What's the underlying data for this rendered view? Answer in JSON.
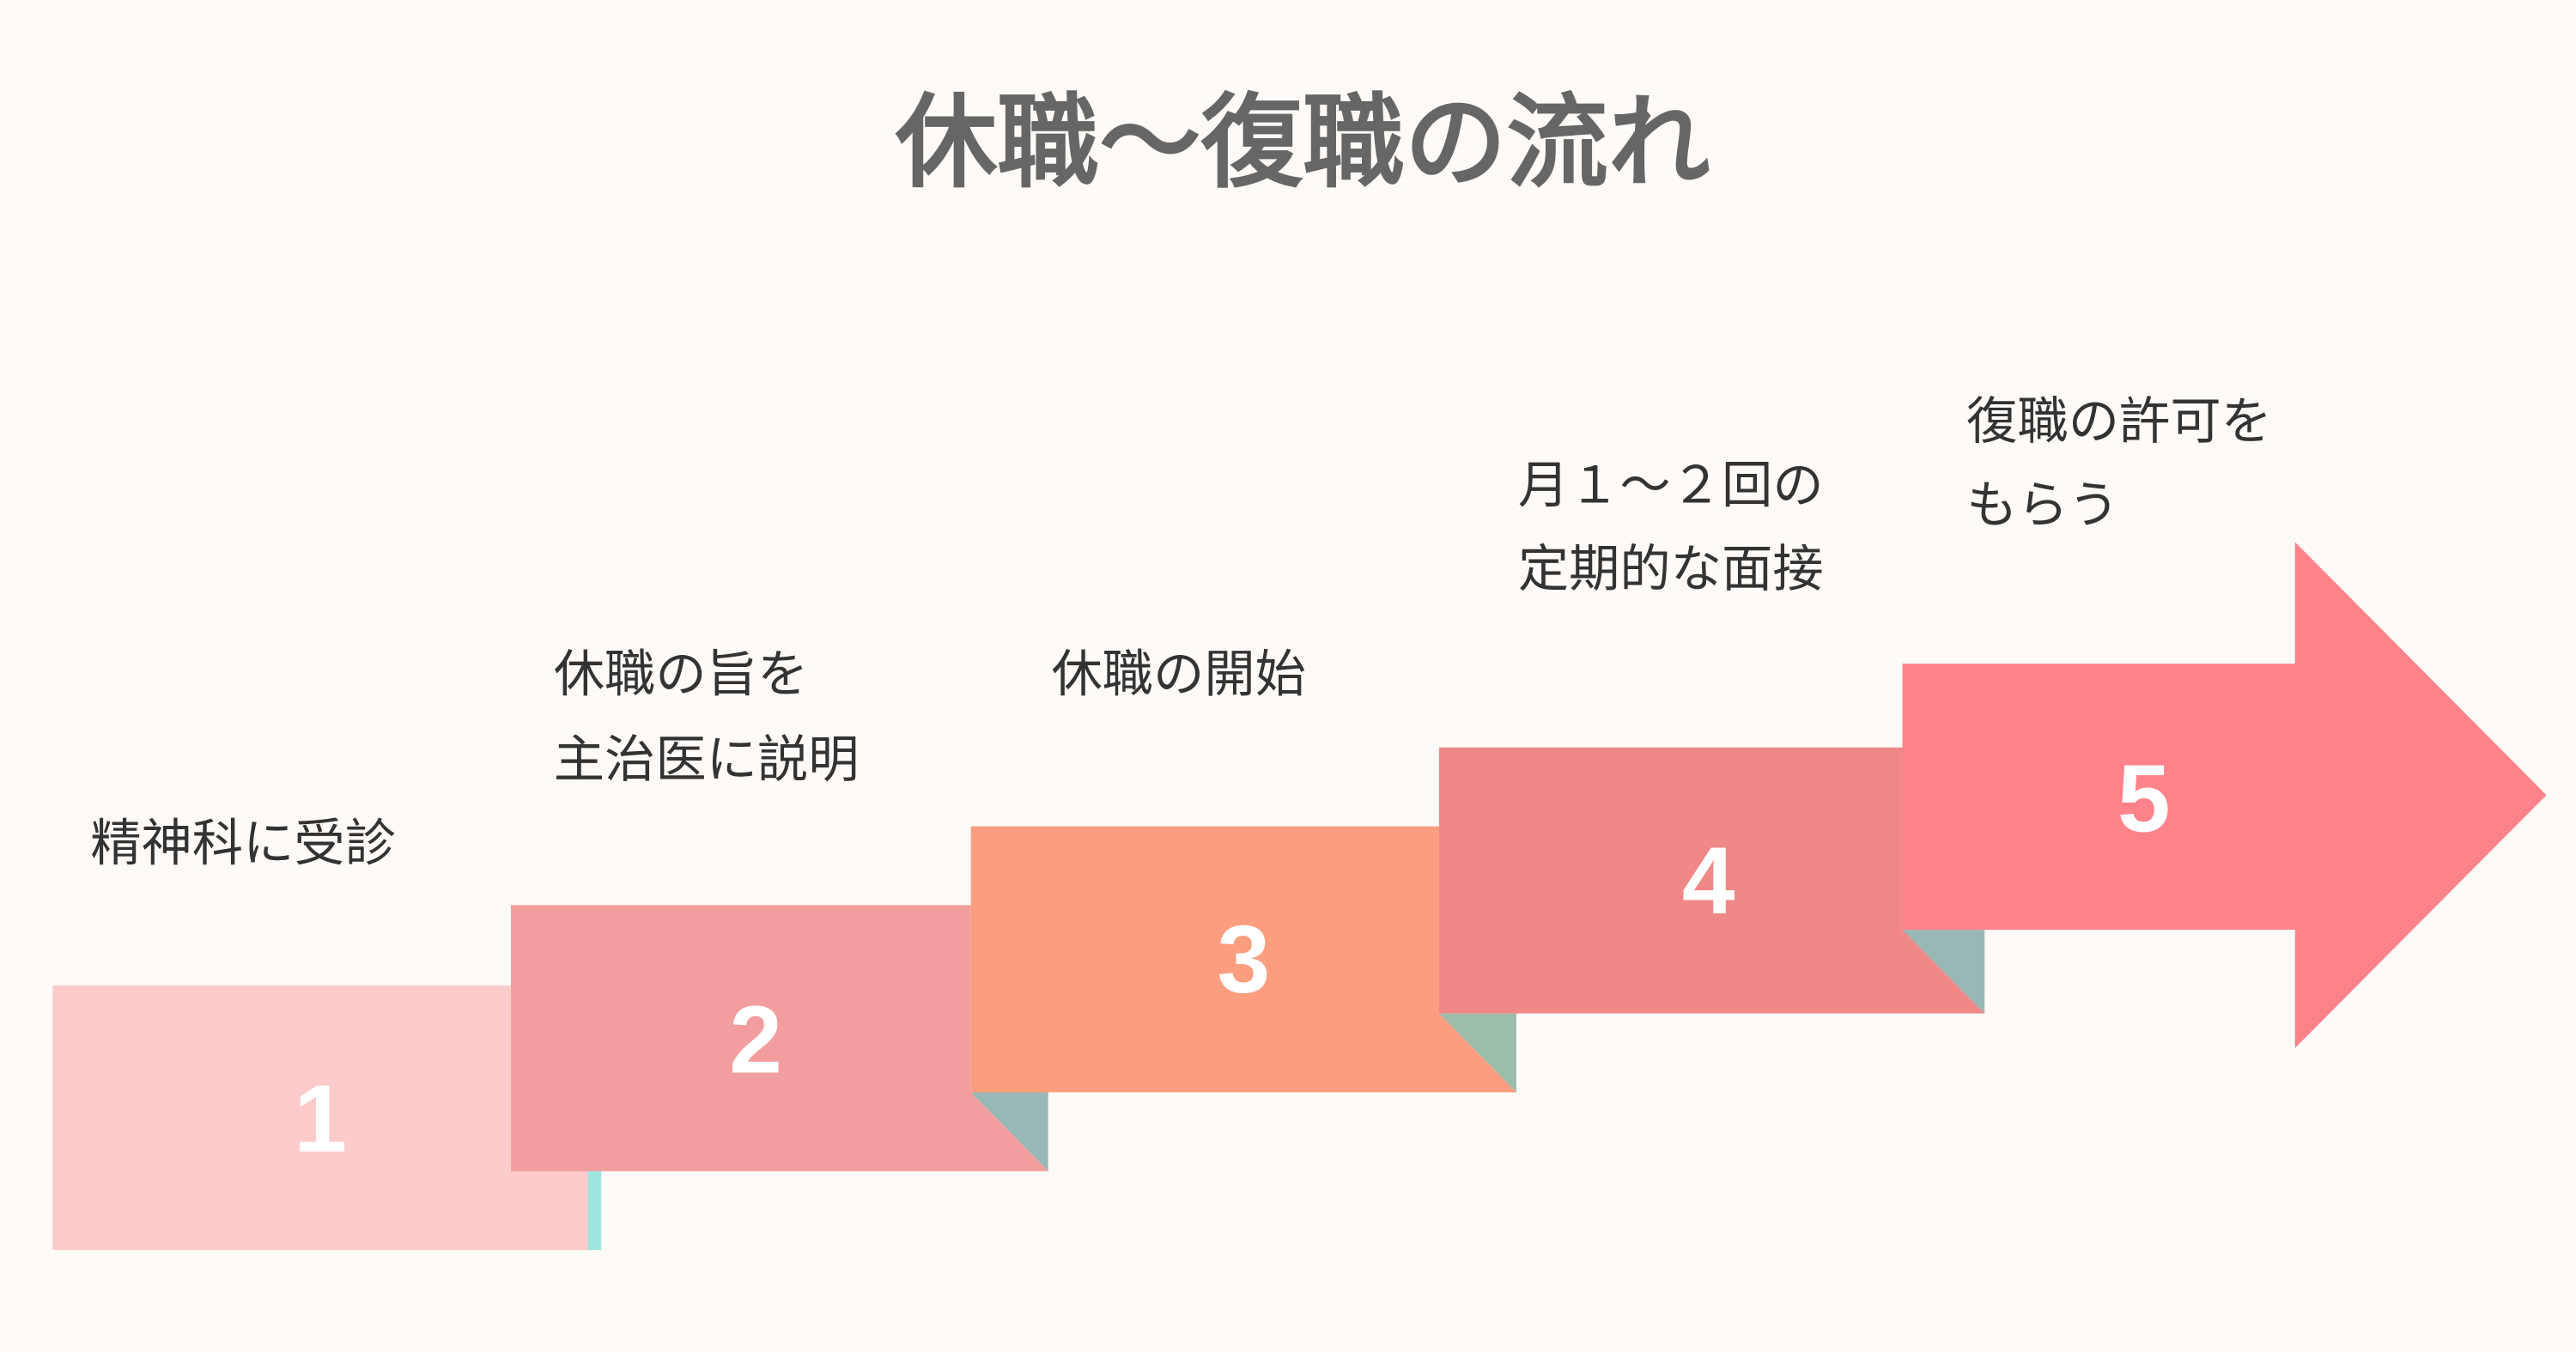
{
  "title": "休職〜復職の流れ",
  "colors": {
    "background": "#fdfaf7",
    "step1": "#fccccc",
    "step2": "#f39e9e",
    "step3": "#fb9e80",
    "step4": "#f08888",
    "step5": "#fe828a",
    "fold": "#98b8b5",
    "fold_step1": "#9ee5e0",
    "fold_step3": "#9bbca8"
  },
  "steps": [
    {
      "number": "1",
      "lines": [
        "精神科に受診"
      ]
    },
    {
      "number": "2",
      "lines": [
        "休職の旨を",
        "主治医に説明"
      ]
    },
    {
      "number": "3",
      "lines": [
        "休職の開始"
      ]
    },
    {
      "number": "4",
      "lines": [
        "月１〜２回の",
        "定期的な面接"
      ]
    },
    {
      "number": "5",
      "lines": [
        "復職の許可を",
        "もらう"
      ]
    }
  ]
}
